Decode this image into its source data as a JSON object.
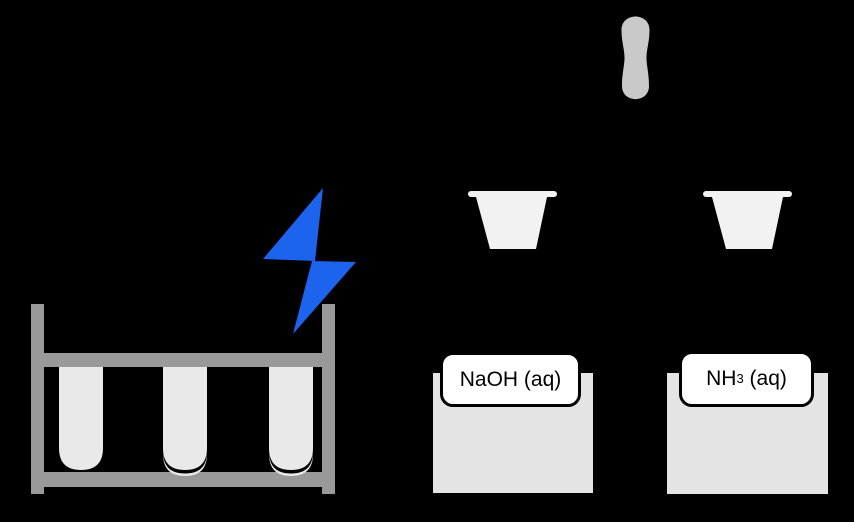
{
  "diagram": {
    "background_color": "#000000",
    "colors": {
      "bolt": "#1c64ee",
      "rack": "#999999",
      "tube": "#e9e9e9",
      "tube_outline": "#000000",
      "beaker": "#e4e4e4",
      "funnel": "#f2f2f2",
      "pestle": "#c9c9c9",
      "label_background": "#ffffff",
      "label_border": "#000000",
      "label_text": "#000000"
    },
    "rack": {
      "tube_count": 3
    },
    "labels": {
      "beaker1": "NaOH (aq)",
      "beaker2": {
        "main": "NH",
        "sub": "3",
        "rest": " (aq)"
      }
    }
  }
}
